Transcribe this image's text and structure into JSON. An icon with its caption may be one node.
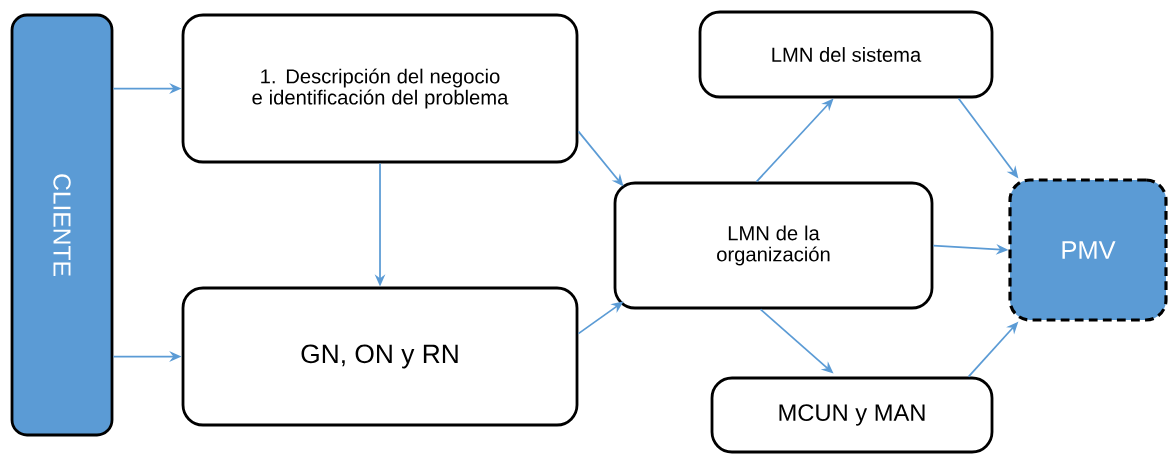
{
  "diagram": {
    "nodes": [
      {
        "text": [
          "CLIENTE"
        ]
      },
      {
        "text": [
          "1. Descripción del negocio e identificación del problema"
        ]
      },
      {
        "text": [
          "GN, ON y RN"
        ]
      },
      {
        "text": [
          "LMN de la organización"
        ]
      },
      {
        "text": [
          "LMN del sistema"
        ]
      },
      {
        "text": [
          "MCUN y MAN"
        ]
      },
      {
        "text": [
          "PMV"
        ]
      }
    ],
    "edges": [
      {
        "from": 0,
        "to": 1,
        "arrow": "to"
      },
      {
        "from": 0,
        "to": 2,
        "arrow": "to"
      },
      {
        "from": 1,
        "to": 2,
        "arrow": "to"
      },
      {
        "from": 1,
        "to": 3,
        "arrow": "to"
      },
      {
        "from": 2,
        "to": 3,
        "arrow": "to"
      },
      {
        "from": 3,
        "to": 4,
        "arrow": "to"
      },
      {
        "from": 3,
        "to": 5,
        "arrow": "to"
      },
      {
        "from": 4,
        "to": 6,
        "arrow": "to"
      },
      {
        "from": 3,
        "to": 6,
        "arrow": "to"
      },
      {
        "from": 5,
        "to": 6,
        "arrow": "to"
      }
    ]
  }
}
